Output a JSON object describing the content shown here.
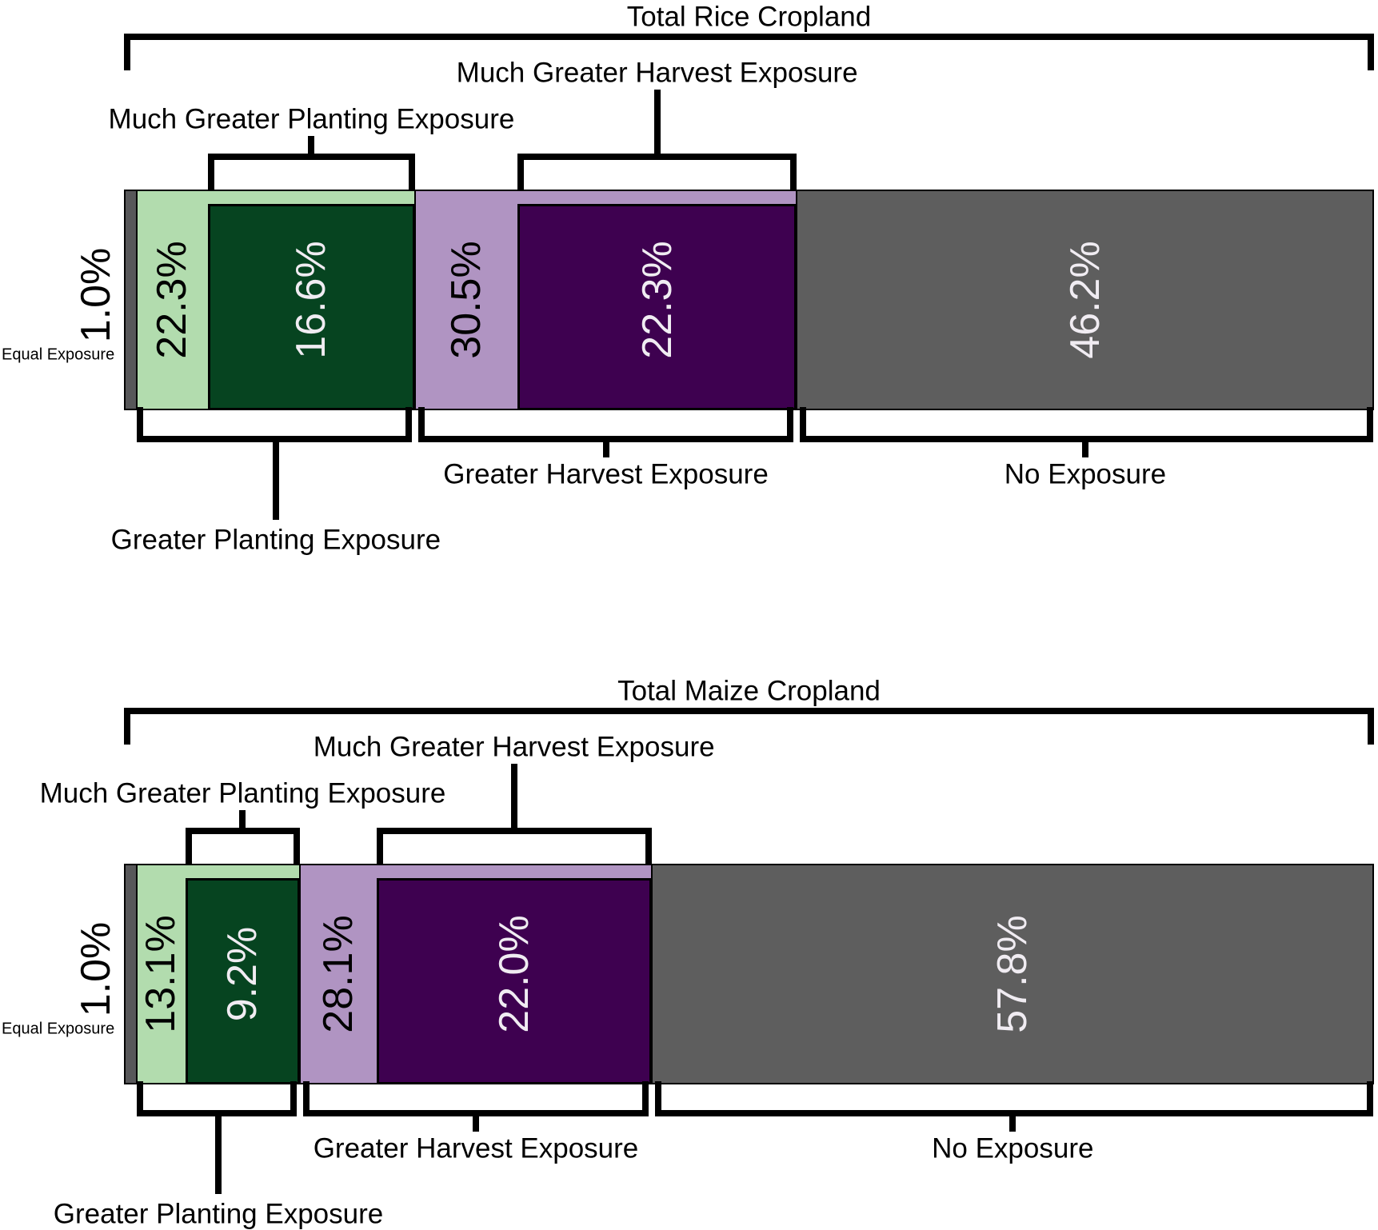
{
  "figure": {
    "background": "#ffffff",
    "line_color": "#000000"
  },
  "colors": {
    "equal_exposure_gray": "#575759",
    "greater_planting_green": "#b2dcae",
    "much_greater_planting_dark_green": "#064420",
    "greater_harvest_purple": "#b094c2",
    "much_greater_harvest_dark_purple": "#3e0150",
    "no_exposure_gray": "#5e5e5e",
    "light_value_text": "#f0ecf2",
    "dark_value_text": "#000000"
  },
  "chart_data": {
    "type": "bar",
    "subtype": "horizontal-100pct-stacked-with-nested-subsets",
    "units": "%",
    "axis": {
      "x_min": 0,
      "x_max": 100,
      "grid": false,
      "legend": "none"
    },
    "charts": [
      {
        "title": "Total Rice Cropland",
        "labels": {
          "much_greater_planting": "Much Greater Planting Exposure",
          "much_greater_harvest": "Much Greater Harvest Exposure",
          "greater_planting": "Greater Planting Exposure",
          "greater_harvest": "Greater Harvest Exposure",
          "no_exposure": "No Exposure",
          "equal": "Equal Exposure"
        },
        "segments": [
          {
            "name": "equal_exposure",
            "value": 1.0,
            "label": "1.0%",
            "color": "#575759",
            "text_color": "#000000"
          },
          {
            "name": "greater_planting",
            "value": 22.3,
            "label": "22.3%",
            "color": "#b2dcae",
            "text_color": "#000000"
          },
          {
            "name": "much_greater_planting",
            "value": 16.6,
            "label": "16.6%",
            "color": "#064420",
            "text_color": "#f0ecf2",
            "nested_within": "greater_planting"
          },
          {
            "name": "greater_harvest",
            "value": 30.5,
            "label": "30.5%",
            "color": "#b094c2",
            "text_color": "#000000"
          },
          {
            "name": "much_greater_harvest",
            "value": 22.3,
            "label": "22.3%",
            "color": "#3e0150",
            "text_color": "#f0ecf2",
            "nested_within": "greater_harvest"
          },
          {
            "name": "no_exposure",
            "value": 46.2,
            "label": "46.2%",
            "color": "#5e5e5e",
            "text_color": "#f0ecf2"
          }
        ]
      },
      {
        "title": "Total Maize Cropland",
        "labels": {
          "much_greater_planting": "Much Greater Planting Exposure",
          "much_greater_harvest": "Much Greater Harvest Exposure",
          "greater_planting": "Greater Planting Exposure",
          "greater_harvest": "Greater Harvest Exposure",
          "no_exposure": "No Exposure",
          "equal": "Equal Exposure"
        },
        "segments": [
          {
            "name": "equal_exposure",
            "value": 1.0,
            "label": "1.0%",
            "color": "#575759",
            "text_color": "#000000"
          },
          {
            "name": "greater_planting",
            "value": 13.1,
            "label": "13.1%",
            "color": "#b2dcae",
            "text_color": "#000000"
          },
          {
            "name": "much_greater_planting",
            "value": 9.2,
            "label": "9.2%",
            "color": "#064420",
            "text_color": "#f0ecf2",
            "nested_within": "greater_planting"
          },
          {
            "name": "greater_harvest",
            "value": 28.1,
            "label": "28.1%",
            "color": "#b094c2",
            "text_color": "#000000"
          },
          {
            "name": "much_greater_harvest",
            "value": 22.0,
            "label": "22.0%",
            "color": "#3e0150",
            "text_color": "#f0ecf2",
            "nested_within": "greater_harvest"
          },
          {
            "name": "no_exposure",
            "value": 57.8,
            "label": "57.8%",
            "color": "#5e5e5e",
            "text_color": "#f0ecf2"
          }
        ]
      }
    ]
  }
}
